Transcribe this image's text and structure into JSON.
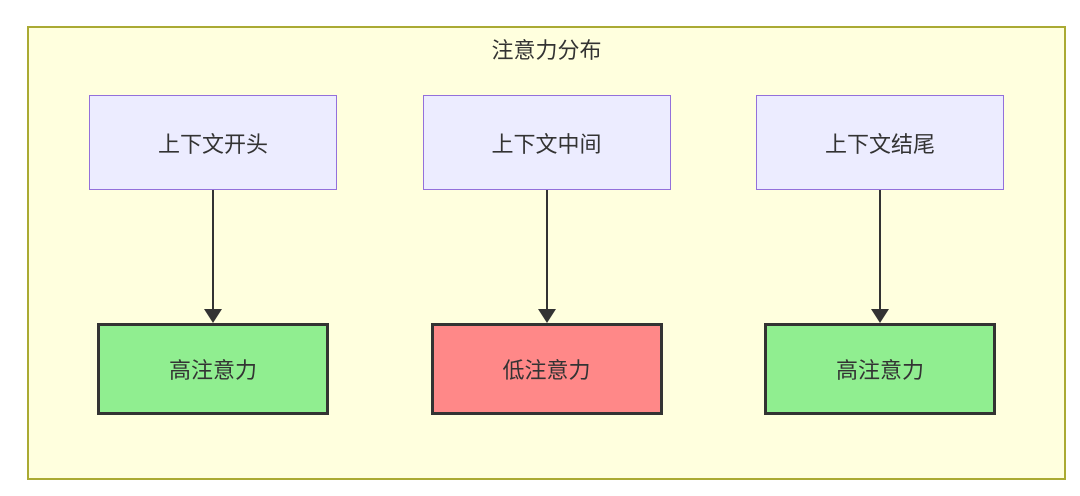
{
  "diagram": {
    "title": "注意力分布",
    "columns": [
      {
        "source": "上下文开头",
        "target": "高注意力",
        "target_type": "high"
      },
      {
        "source": "上下文中间",
        "target": "低注意力",
        "target_type": "low"
      },
      {
        "source": "上下文结尾",
        "target": "高注意力",
        "target_type": "high"
      }
    ],
    "colors": {
      "container_fill": "#ffffde",
      "container_border": "#aaaa33",
      "source_fill": "#ECECFF",
      "source_border": "#9370DB",
      "high_fill": "#90EE90",
      "low_fill": "#FF8888",
      "target_border": "#333333",
      "arrow": "#333333",
      "text": "#333333"
    }
  }
}
